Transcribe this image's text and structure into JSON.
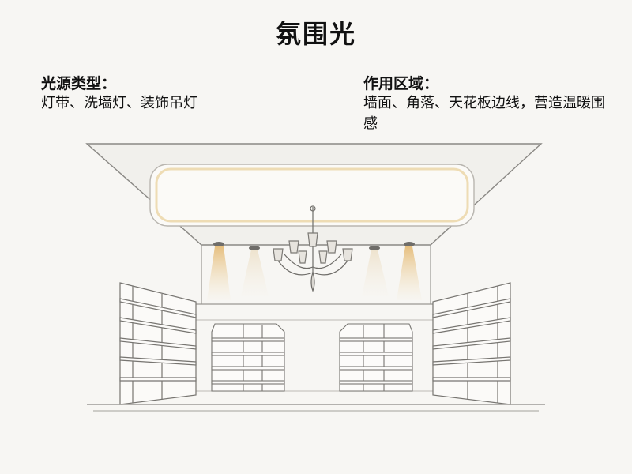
{
  "title": "氛围光",
  "light_source": {
    "label": "光源类型：",
    "value": "灯带、洗墙灯、装饰吊灯"
  },
  "application_area": {
    "label": "作用区域：",
    "value": "墙面、角落、天花板边线，营造温暖围感"
  },
  "colors": {
    "background": "#f7f6f3",
    "line": "#7c7a76",
    "warm_glow": "#e9c98a",
    "cove_glow": "#fff7e6"
  }
}
